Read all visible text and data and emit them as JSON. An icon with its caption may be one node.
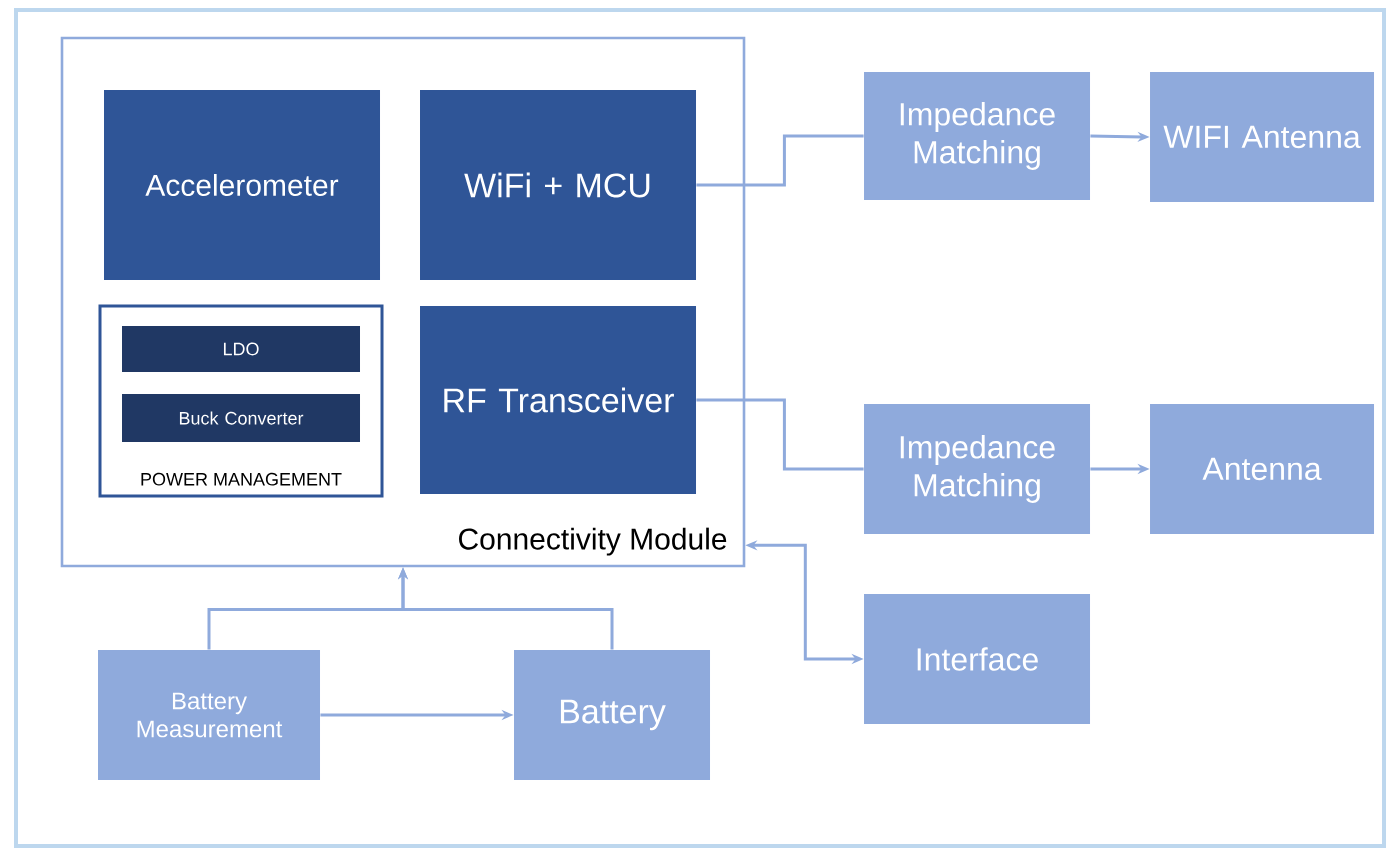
{
  "diagram": {
    "nodes": [
      {
        "text": [
          "Connectivity Module"
        ]
      },
      {
        "text": [
          "Accelerometer"
        ],
        "in": 0
      },
      {
        "text": [
          "WiFi + MCU"
        ],
        "in": 0
      },
      {
        "text": [
          "POWER MANAGEMENT"
        ],
        "in": 0
      },
      {
        "text": [
          "LDO"
        ],
        "in": 3
      },
      {
        "text": [
          "Buck Converter"
        ],
        "in": 3
      },
      {
        "text": [
          "RF Transceiver"
        ],
        "in": 0
      },
      {
        "text": [
          "Impedance Matching"
        ]
      },
      {
        "text": [
          "WIFI Antenna"
        ]
      },
      {
        "text": [
          "Impedance Matching"
        ]
      },
      {
        "text": [
          "Antenna"
        ]
      },
      {
        "text": [
          "Interface"
        ]
      },
      {
        "text": [
          "Battery Measurement"
        ]
      },
      {
        "text": [
          "Battery"
        ]
      }
    ],
    "edges": [
      {
        "from": 2,
        "to": 7,
        "arrow": "none"
      },
      {
        "from": 7,
        "to": 8,
        "arrow": "to"
      },
      {
        "from": 6,
        "to": 9,
        "arrow": "none"
      },
      {
        "from": 9,
        "to": 10,
        "arrow": "to"
      },
      {
        "from": 0,
        "to": 11,
        "arrow": "both"
      },
      {
        "from": 12,
        "to": 0,
        "arrow": "to"
      },
      {
        "from": 13,
        "to": 0,
        "arrow": "to"
      },
      {
        "from": 12,
        "to": 13,
        "arrow": "to"
      }
    ]
  }
}
